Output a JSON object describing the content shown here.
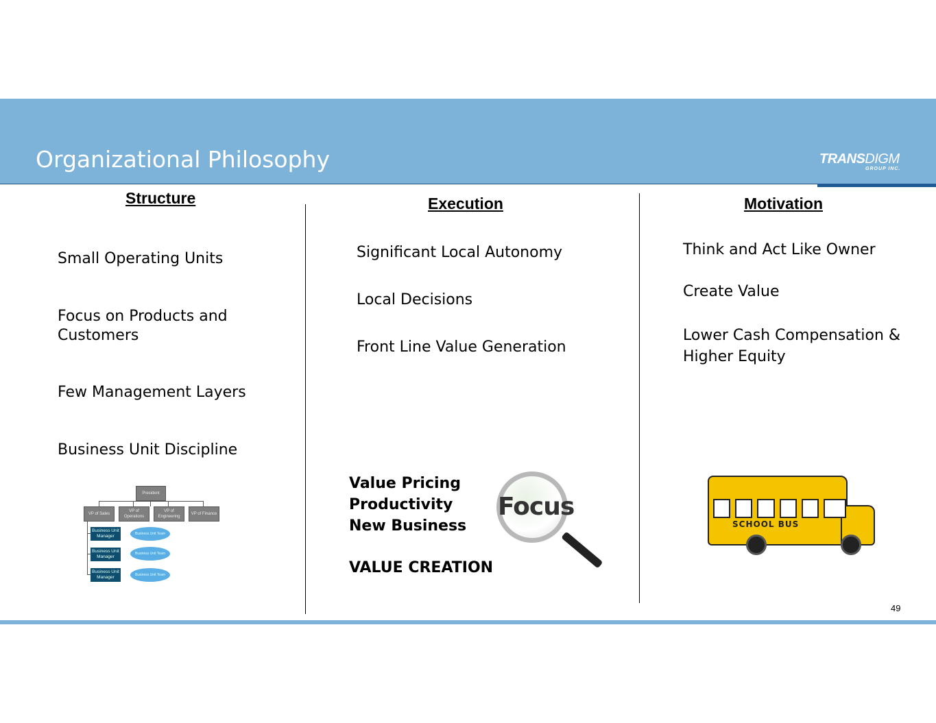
{
  "header": {
    "title": "Organizational Philosophy",
    "logo_main": "TRANS",
    "logo_dig": "DIGM",
    "logo_sub": "GROUP INC."
  },
  "columns": {
    "structure": {
      "heading": "Structure",
      "items": [
        "Small Operating Units",
        "Focus on Products and Customers",
        "Few Management Layers",
        "Business Unit Discipline"
      ]
    },
    "execution": {
      "heading": "Execution",
      "items": [
        "Significant Local Autonomy",
        "Local Decisions",
        "Front Line Value Generation"
      ],
      "bold_items": [
        "Value Pricing",
        "Productivity",
        "New Business"
      ],
      "value_creation": "VALUE CREATION"
    },
    "motivation": {
      "heading": "Motivation",
      "items": [
        "Think and Act Like Owner",
        "Create Value",
        "Lower Cash Compensation & Higher Equity"
      ]
    }
  },
  "org_chart": {
    "president": "President",
    "vps": [
      "VP of Sales",
      "VP of Operations",
      "VP of Engineering",
      "VP of Finance"
    ],
    "manager": "Business Unit Manager",
    "team": "Business Unit Team"
  },
  "images": {
    "focus_text": "Focus",
    "bus_text": "SCHOOL BUS"
  },
  "page_number": "49"
}
